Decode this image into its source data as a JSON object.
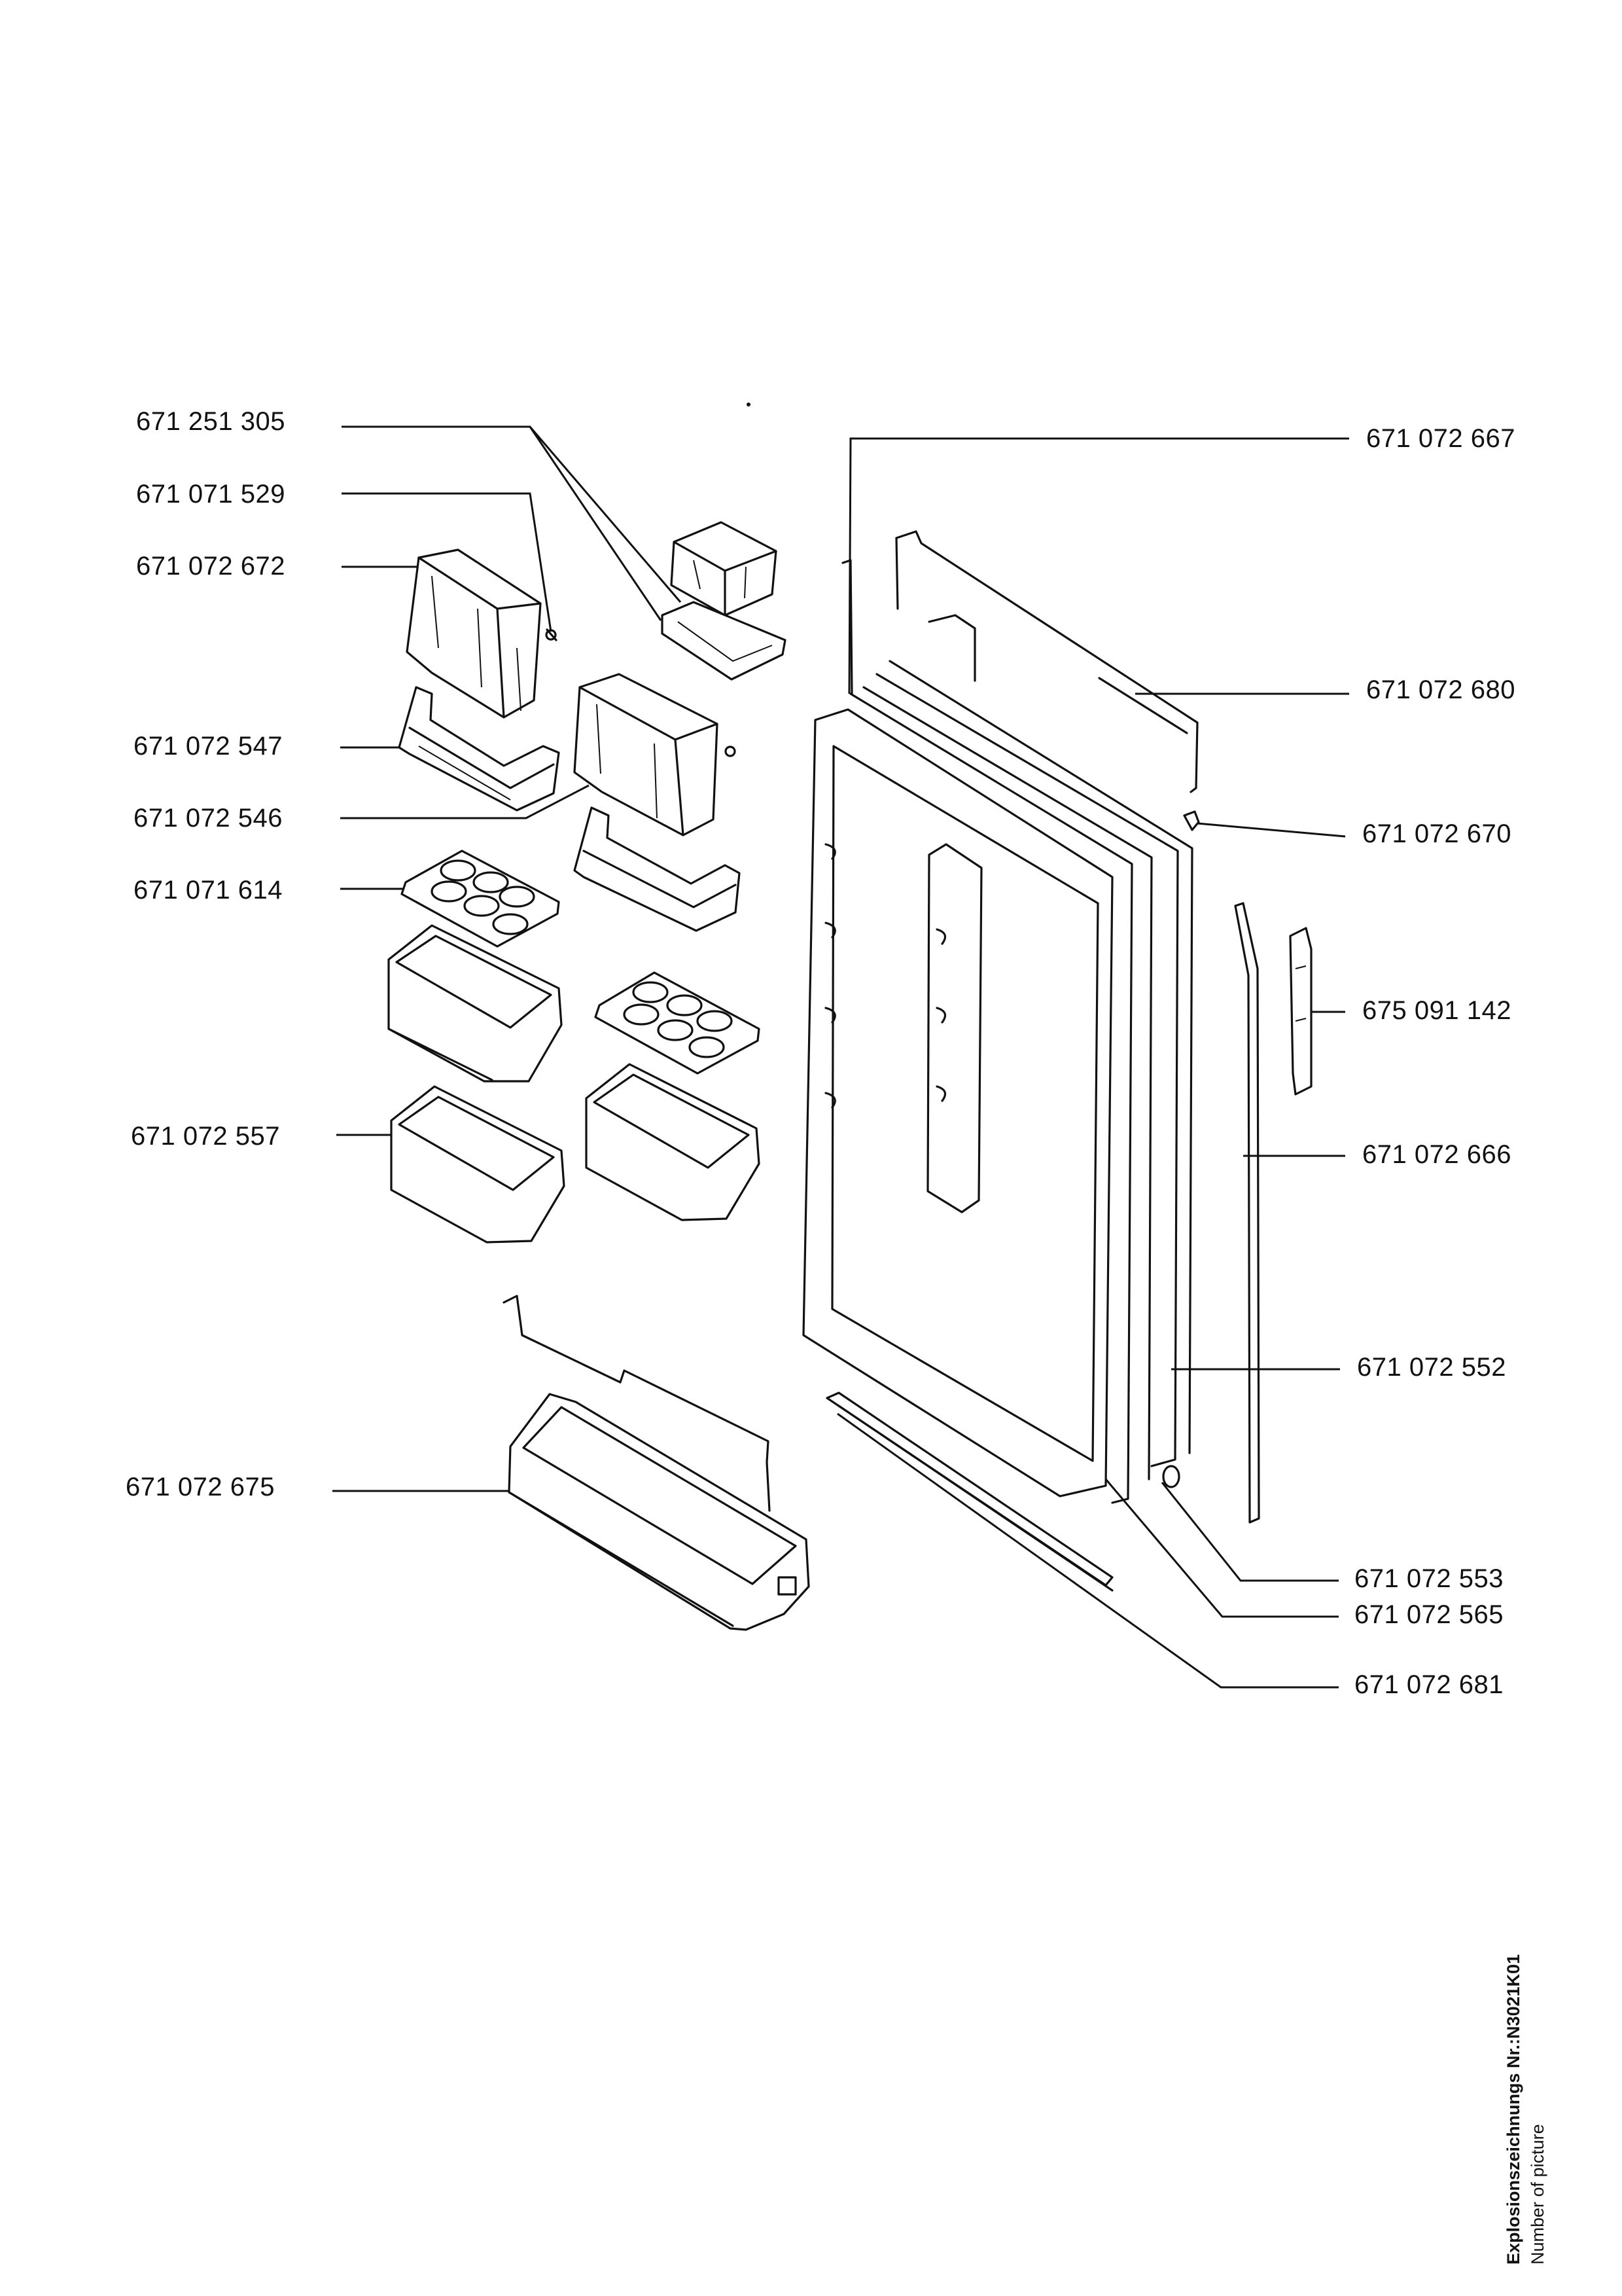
{
  "parts_left": [
    {
      "id": "671 251 305"
    },
    {
      "id": "671 071 529"
    },
    {
      "id": "671 072 672"
    },
    {
      "id": "671 072 547"
    },
    {
      "id": "671 072 546"
    },
    {
      "id": "671 071 614"
    },
    {
      "id": "671 072 557"
    },
    {
      "id": "671 072 675"
    }
  ],
  "parts_right": [
    {
      "id": "671 072 667"
    },
    {
      "id": "671 072 680"
    },
    {
      "id": "671 072 670"
    },
    {
      "id": "675 091 142"
    },
    {
      "id": "671 072 666"
    },
    {
      "id": "671 072 552"
    },
    {
      "id": "671 072 553"
    },
    {
      "id": "671 072 565"
    },
    {
      "id": "671 072 681"
    }
  ],
  "caption": {
    "line1": "Explosionszeichnungs Nr.:N3021K01",
    "line2": "Number of picture"
  },
  "colors": {
    "ink": "#111111",
    "paper": "#ffffff"
  }
}
